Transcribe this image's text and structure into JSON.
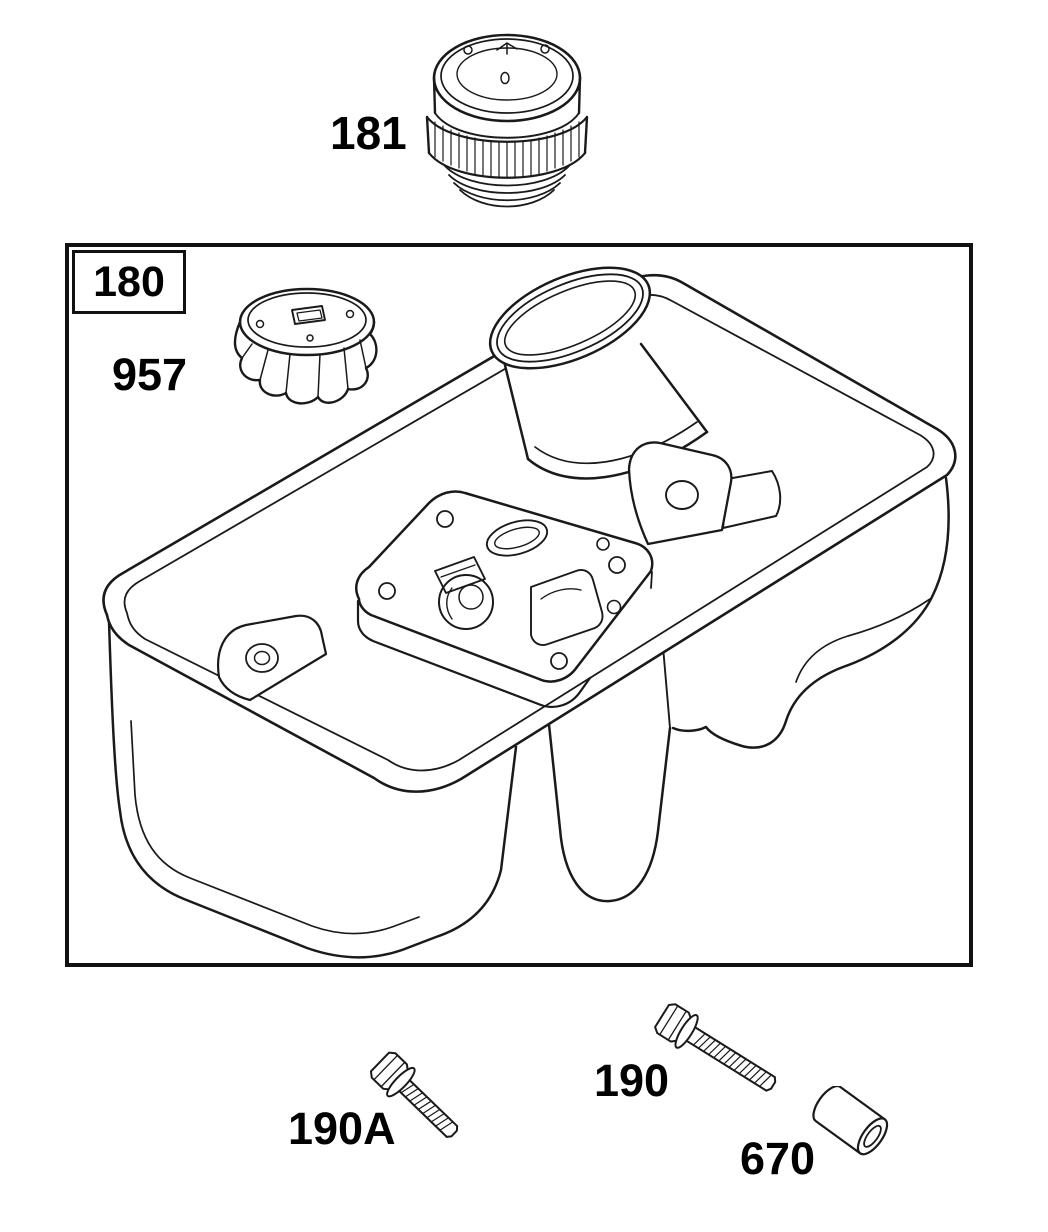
{
  "diagram": {
    "background": "#ffffff",
    "line_color": "#1a1a1a",
    "box_border_color": "#111111",
    "parts": {
      "cap_vented": {
        "label": "181"
      },
      "tank_assembly": {
        "label": "180"
      },
      "cap": {
        "label": "957"
      },
      "screw_hex_long": {
        "label": "190"
      },
      "screw_hex_short": {
        "label": "190A"
      },
      "bushing": {
        "label": "670"
      }
    }
  }
}
